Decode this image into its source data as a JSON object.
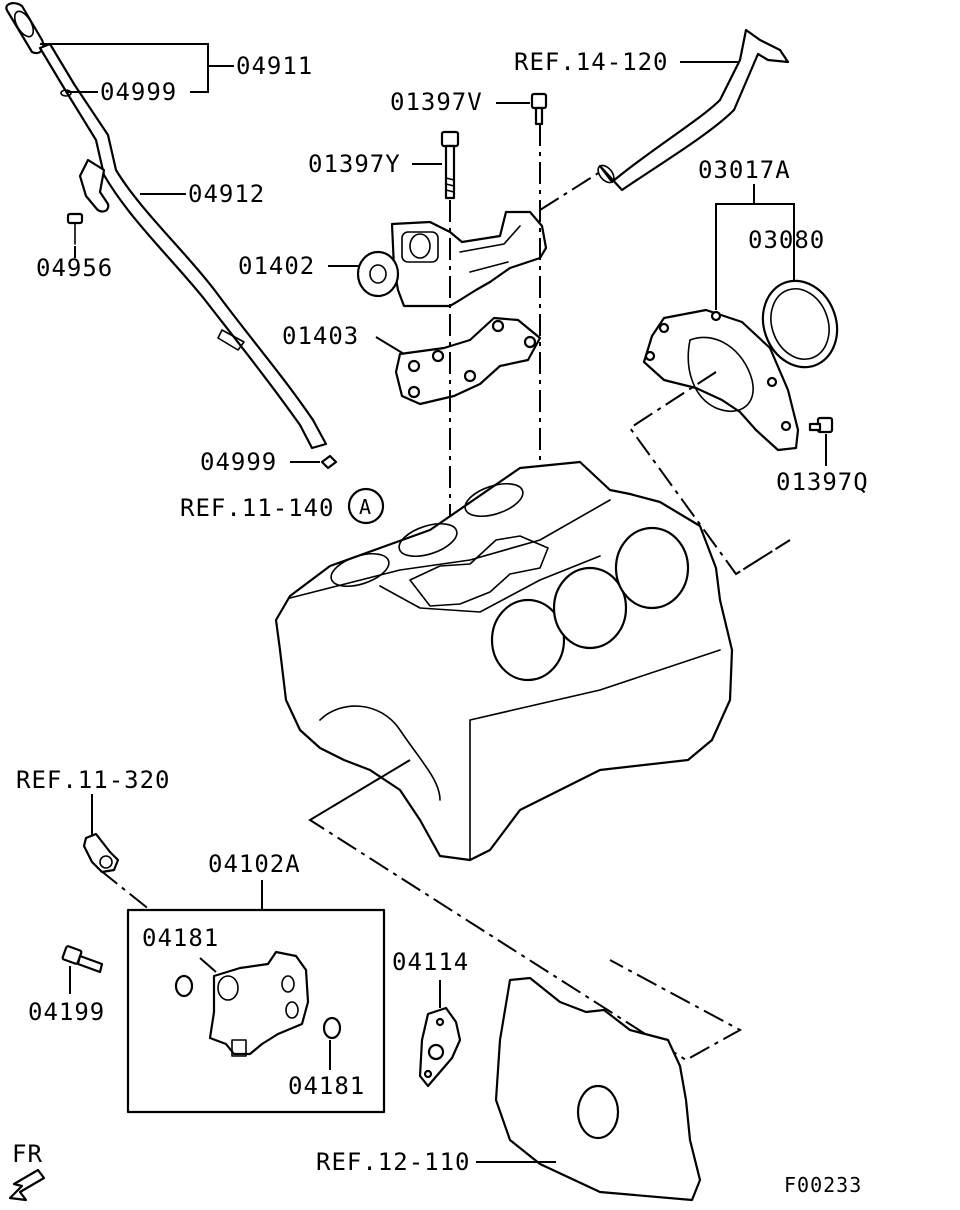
{
  "labels": {
    "p04911": "04911",
    "p04999_top": "04999",
    "p04912": "04912",
    "p04956": "04956",
    "p04999_bottom": "04999",
    "ref_11_140": "REF.11-140",
    "circle_a": "A",
    "p01397v": "01397V",
    "p01397y": "01397Y",
    "ref_14_120": "REF.14-120",
    "p01402": "01402",
    "p01403": "01403",
    "p03017a": "03017A",
    "p03080": "03080",
    "p01397q": "01397Q",
    "ref_11_320": "REF.11-320",
    "p04102a": "04102A",
    "p04181_top": "04181",
    "p04181_bottom": "04181",
    "p04199": "04199",
    "p04114": "04114",
    "ref_12_110": "REF.12-110",
    "fr": "FR",
    "figure_code": "F00233"
  },
  "icons": {
    "direction": "front-direction-arrow-icon",
    "callout": "circle-callout-icon"
  },
  "colors": {
    "line": "#000000",
    "background": "#ffffff"
  }
}
